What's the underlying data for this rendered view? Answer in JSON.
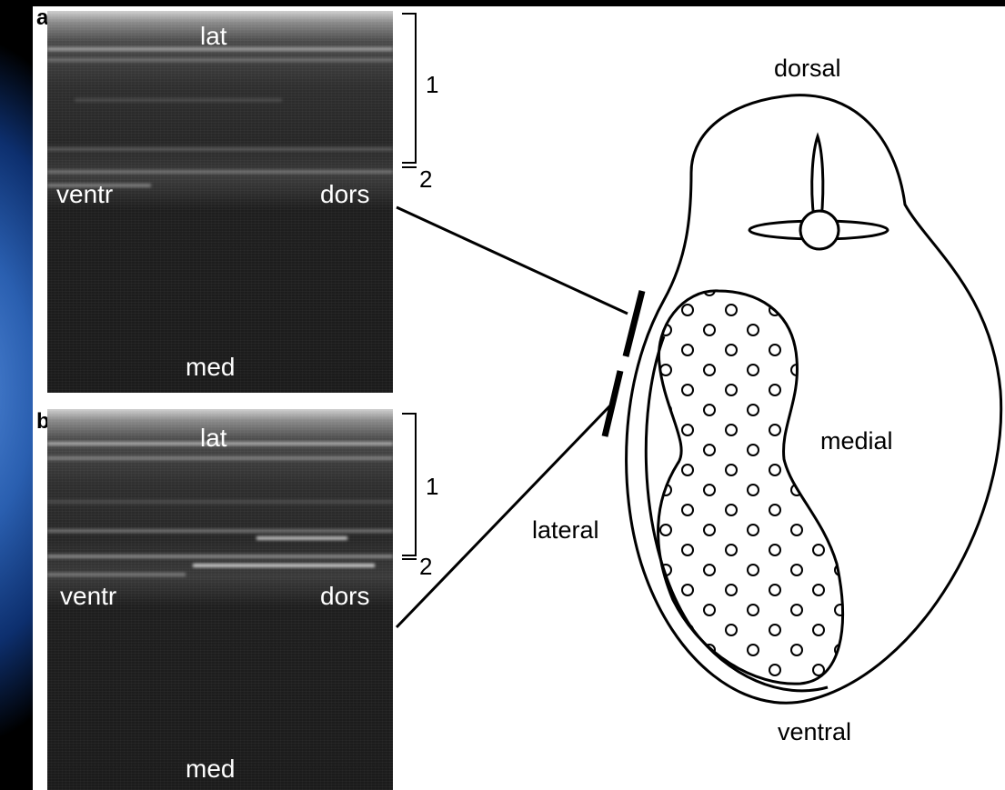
{
  "panels": [
    {
      "letter": "a",
      "top_label": "lat",
      "left_label": "ventr",
      "right_label": "dors",
      "bottom_label": "med",
      "bracket_label": "1",
      "tick_label": "2"
    },
    {
      "letter": "b",
      "top_label": "lat",
      "left_label": "ventr",
      "right_label": "dors",
      "bottom_label": "med",
      "bracket_label": "1",
      "tick_label": "2"
    }
  ],
  "diagram": {
    "dorsal": "dorsal",
    "ventral": "ventral",
    "lateral": "lateral",
    "medial": "medial"
  },
  "colors": {
    "slide_background": "#000000",
    "slide_accent": "#2a5fb0",
    "figure_background": "#ffffff",
    "ink": "#000000"
  }
}
